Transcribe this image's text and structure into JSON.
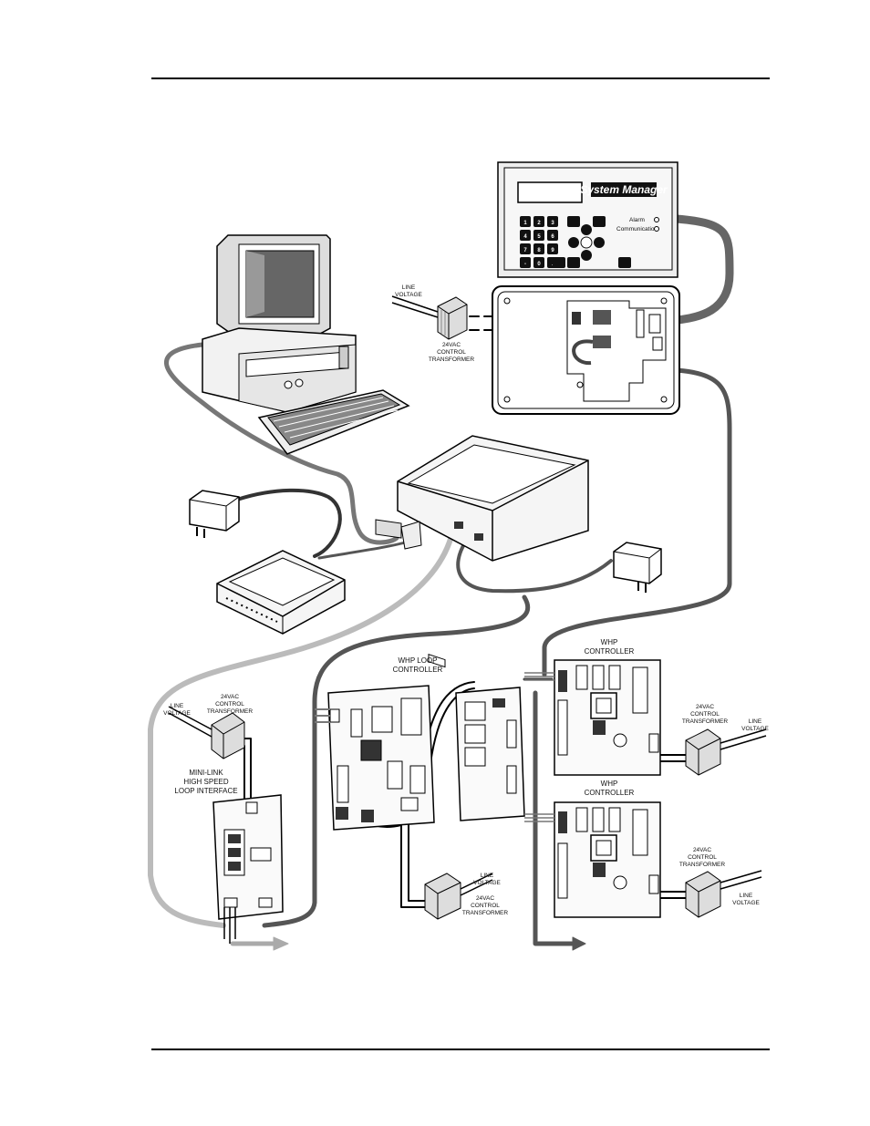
{
  "diagram": {
    "system_manager": {
      "brand": "System Manager",
      "indicator_1": "Alarm",
      "indicator_2": "Communication"
    },
    "keypad_keys": [
      "1",
      "2",
      "3",
      "4",
      "5",
      "6",
      "7",
      "8",
      "9",
      "-",
      "0",
      "."
    ],
    "labels": {
      "line_voltage": "LINE\nVOLTAGE",
      "control_transformer": "24VAC\nCONTROL\nTRANSFORMER",
      "whp_controller": "WHP\nCONTROLLER",
      "whp_loop_controller": "WHP LOOP\nCONTROLLER",
      "mini_link": "MINI-LINK\nHIGH SPEED\nLOOP INTERFACE"
    }
  }
}
